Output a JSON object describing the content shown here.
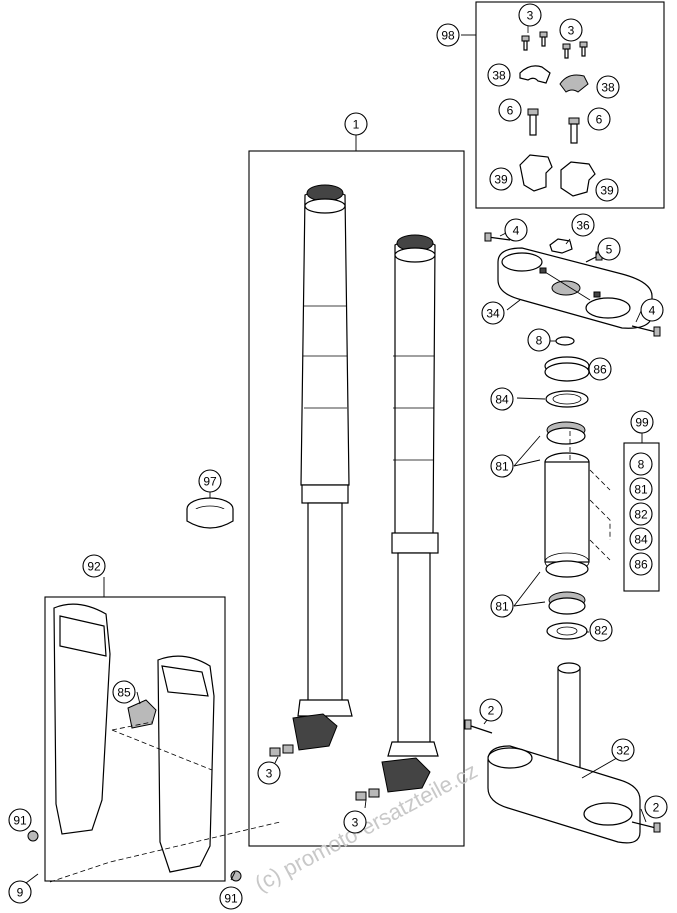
{
  "watermark": "(c) promoto-ersatzteile.cz",
  "callouts": [
    {
      "id": "c-98",
      "label": "98"
    },
    {
      "id": "c-3a",
      "label": "3"
    },
    {
      "id": "c-3b",
      "label": "3"
    },
    {
      "id": "c-38a",
      "label": "38"
    },
    {
      "id": "c-38b",
      "label": "38"
    },
    {
      "id": "c-6a",
      "label": "6"
    },
    {
      "id": "c-6b",
      "label": "6"
    },
    {
      "id": "c-39a",
      "label": "39"
    },
    {
      "id": "c-39b",
      "label": "39"
    },
    {
      "id": "c-1",
      "label": "1"
    },
    {
      "id": "c-4a",
      "label": "4"
    },
    {
      "id": "c-36",
      "label": "36"
    },
    {
      "id": "c-5",
      "label": "5"
    },
    {
      "id": "c-34",
      "label": "34"
    },
    {
      "id": "c-4b",
      "label": "4"
    },
    {
      "id": "c-8",
      "label": "8"
    },
    {
      "id": "c-86",
      "label": "86"
    },
    {
      "id": "c-84",
      "label": "84"
    },
    {
      "id": "c-99",
      "label": "99"
    },
    {
      "id": "c-81a",
      "label": "81"
    },
    {
      "id": "c-97",
      "label": "97"
    },
    {
      "id": "c-92",
      "label": "92"
    },
    {
      "id": "c-81b",
      "label": "81"
    },
    {
      "id": "c-82",
      "label": "82"
    },
    {
      "id": "c-85",
      "label": "85"
    },
    {
      "id": "c-2a",
      "label": "2"
    },
    {
      "id": "c-32",
      "label": "32"
    },
    {
      "id": "c-3c",
      "label": "3"
    },
    {
      "id": "c-3d",
      "label": "3"
    },
    {
      "id": "c-91a",
      "label": "91"
    },
    {
      "id": "c-2b",
      "label": "2"
    },
    {
      "id": "c-9",
      "label": "9"
    },
    {
      "id": "c-91b",
      "label": "91"
    }
  ],
  "kit_99": {
    "label": "99",
    "items": [
      "8",
      "81",
      "82",
      "84",
      "86"
    ]
  }
}
